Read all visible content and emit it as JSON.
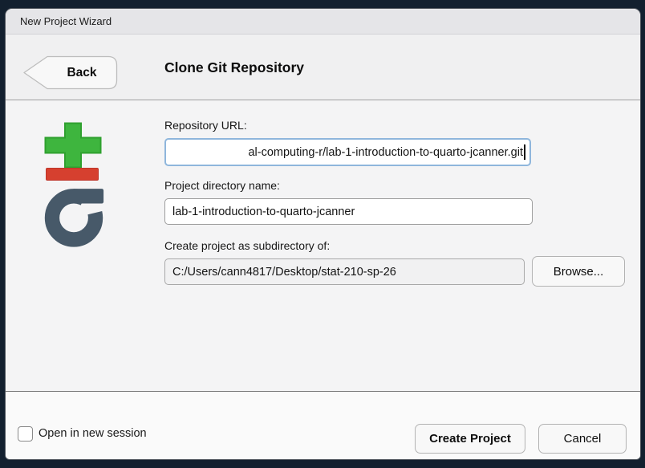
{
  "window": {
    "title": "New Project Wizard"
  },
  "header": {
    "back_label": "Back",
    "title": "Clone Git Repository"
  },
  "form": {
    "repo_url": {
      "label": "Repository URL:",
      "value_visible": "al-computing-r/lab-1-introduction-to-quarto-jcanner.git"
    },
    "dir_name": {
      "label": "Project directory name:",
      "value": "lab-1-introduction-to-quarto-jcanner"
    },
    "parent_dir": {
      "label": "Create project as subdirectory of:",
      "value": "C:/Users/cann4817/Desktop/stat-210-sp-26",
      "browse_label": "Browse..."
    }
  },
  "icon": {
    "name": "git-logo",
    "plus_color": "#3eb53e",
    "minus_color": "#d6402f",
    "g_color": "#475969"
  },
  "footer": {
    "checkbox_label": "Open in new session",
    "checkbox_checked": false,
    "create_label": "Create Project",
    "cancel_label": "Cancel"
  },
  "colors": {
    "frame": "#13202f",
    "titlebar": "#e5e5e8",
    "header_bg": "#f0f0f1",
    "main_bg": "#f4f4f5",
    "footer_bg": "#fafafa",
    "focus_border": "#8fb6dc"
  }
}
